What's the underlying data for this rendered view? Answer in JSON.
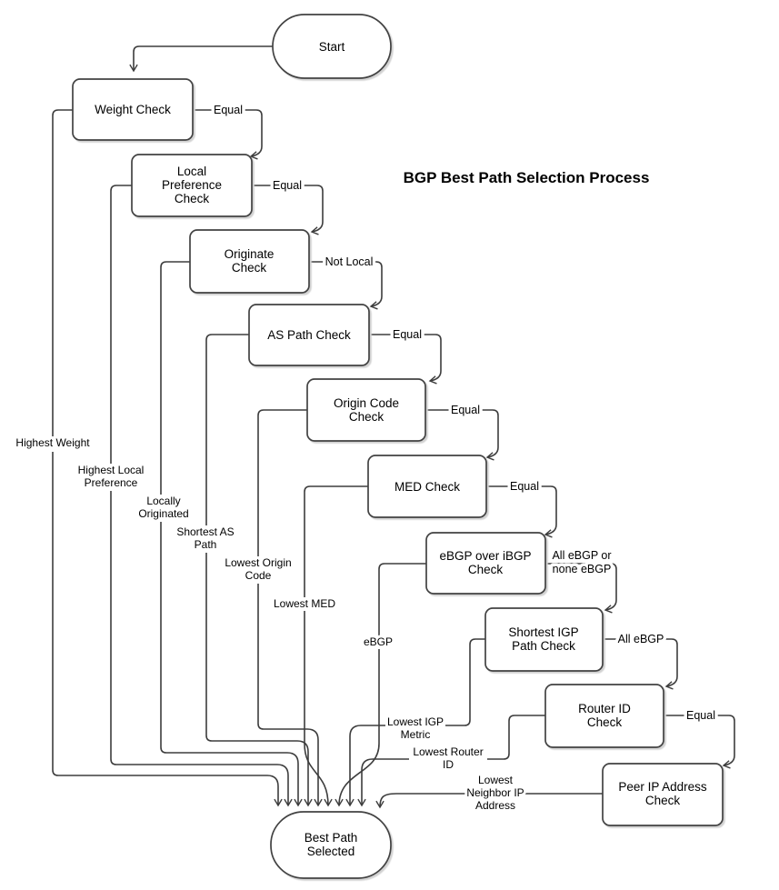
{
  "title": "BGP Best Path Selection Process",
  "colors": {
    "line": "#3d3d3d",
    "box_border": "#424242",
    "box_fill": "#ffffff",
    "text": "#000000"
  },
  "nodes": {
    "start": {
      "lines": [
        "Start"
      ]
    },
    "weight_check": {
      "lines": [
        "Weight Check"
      ]
    },
    "local_preference_check": {
      "lines": [
        "Local",
        "Preference",
        "Check"
      ]
    },
    "originate_check": {
      "lines": [
        "Originate",
        "Check"
      ]
    },
    "as_path_check": {
      "lines": [
        "AS Path Check"
      ]
    },
    "origin_code_check": {
      "lines": [
        "Origin Code",
        "Check"
      ]
    },
    "med_check": {
      "lines": [
        "MED Check"
      ]
    },
    "ebgp_over_ibgp_check": {
      "lines": [
        "eBGP over iBGP",
        "Check"
      ]
    },
    "shortest_igp_path_check": {
      "lines": [
        "Shortest IGP",
        "Path Check"
      ]
    },
    "router_id_check": {
      "lines": [
        "Router ID",
        "Check"
      ]
    },
    "peer_ip_address_check": {
      "lines": [
        "Peer IP Address",
        "Check"
      ]
    },
    "best_path_selected": {
      "lines": [
        "Best Path",
        "Selected"
      ]
    }
  },
  "tie_labels": {
    "weight": {
      "lines": [
        "Equal"
      ]
    },
    "local_preference": {
      "lines": [
        "Equal"
      ]
    },
    "originate": {
      "lines": [
        "Not Local"
      ]
    },
    "as_path": {
      "lines": [
        "Equal"
      ]
    },
    "origin_code": {
      "lines": [
        "Equal"
      ]
    },
    "med": {
      "lines": [
        "Equal"
      ]
    },
    "ebgp_over_ibgp": {
      "lines": [
        "All eBGP or",
        "none eBGP"
      ]
    },
    "shortest_igp": {
      "lines": [
        "All eBGP"
      ]
    },
    "router_id": {
      "lines": [
        "Equal"
      ]
    }
  },
  "winner_labels": {
    "weight": {
      "lines": [
        "Highest Weight"
      ]
    },
    "local_preference": {
      "lines": [
        "Highest Local",
        "Preference"
      ]
    },
    "originate": {
      "lines": [
        "Locally",
        "Originated"
      ]
    },
    "as_path": {
      "lines": [
        "Shortest AS",
        "Path"
      ]
    },
    "origin_code": {
      "lines": [
        "Lowest Origin",
        "Code"
      ]
    },
    "med": {
      "lines": [
        "Lowest MED"
      ]
    },
    "ebgp_over_ibgp": {
      "lines": [
        "eBGP"
      ]
    },
    "shortest_igp": {
      "lines": [
        "Lowest IGP",
        "Metric"
      ]
    },
    "router_id": {
      "lines": [
        "Lowest Router",
        "ID"
      ]
    },
    "peer_ip": {
      "lines": [
        "Lowest",
        "Neighbor IP",
        "Address"
      ]
    }
  }
}
